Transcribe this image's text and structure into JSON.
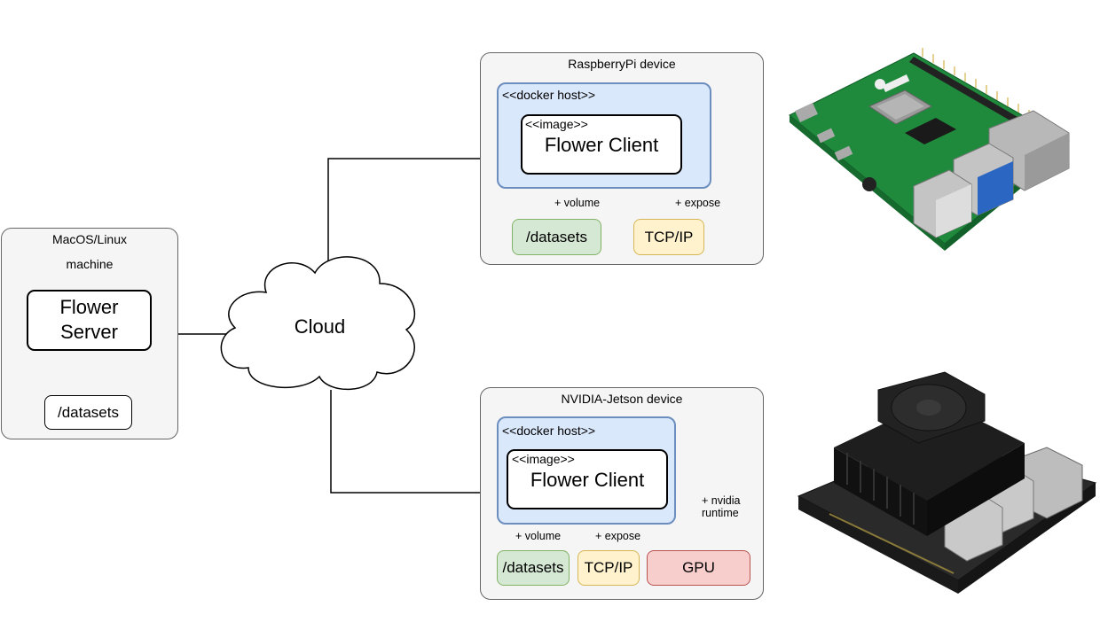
{
  "cloud": {
    "label": "Cloud"
  },
  "server_machine": {
    "title_line1": "MacOS/Linux",
    "title_line2": "machine",
    "server_line1": "Flower",
    "server_line2": "Server",
    "datasets": "/datasets"
  },
  "raspberry": {
    "title": "RaspberryPi device",
    "docker_label": "<<docker host>>",
    "image_stereotype": "<<image>>",
    "client_label": "Flower Client",
    "volume_label": "+ volume",
    "expose_label": "+ expose",
    "datasets": "/datasets",
    "tcpip": "TCP/IP"
  },
  "jetson": {
    "title": "NVIDIA-Jetson device",
    "docker_label": "<<docker host>>",
    "image_stereotype": "<<image>>",
    "client_label": "Flower Client",
    "volume_label": "+ volume",
    "expose_label": "+ expose",
    "runtime_label_line1": "+ nvidia",
    "runtime_label_line2": "runtime",
    "datasets": "/datasets",
    "tcpip": "TCP/IP",
    "gpu": "GPU"
  },
  "photos": {
    "raspberry_photo": "raspberry-pi-board",
    "jetson_photo": "nvidia-jetson-board"
  },
  "colors": {
    "docker_fill": "#dae8fc",
    "docker_stroke": "#6c8ebf",
    "volume_fill": "#d5e8d4",
    "expose_fill": "#fff2cc",
    "gpu_fill": "#f8cecc",
    "group_fill": "#f5f5f5"
  }
}
